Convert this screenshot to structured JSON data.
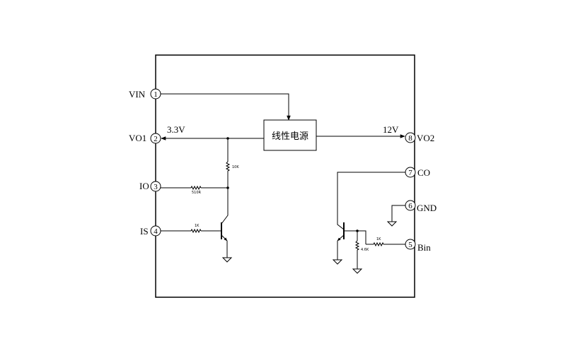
{
  "pins": [
    {
      "num": "1",
      "name": "VIN"
    },
    {
      "num": "2",
      "name": "VO1"
    },
    {
      "num": "3",
      "name": "IO"
    },
    {
      "num": "4",
      "name": "IS"
    },
    {
      "num": "5",
      "name": "Bin"
    },
    {
      "num": "6",
      "name": "GND"
    },
    {
      "num": "7",
      "name": "CO"
    },
    {
      "num": "8",
      "name": "VO2"
    }
  ],
  "power_block": "线性电源",
  "voltages": {
    "left": "3.3V",
    "right": "12V"
  },
  "resistors": {
    "r_pullup": "10K",
    "r_io": "510R",
    "r_is": "1K",
    "r_bin": "1K",
    "r_base": "4.6K"
  }
}
